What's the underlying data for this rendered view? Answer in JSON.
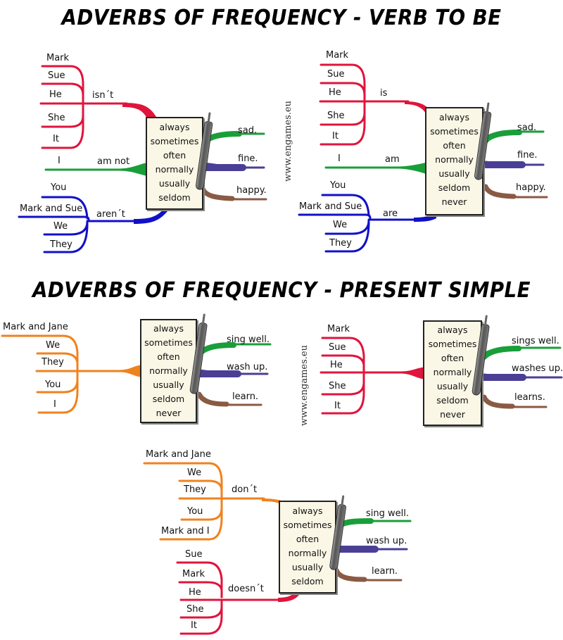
{
  "titles": {
    "verb_to_be": "ADVERBS OF FREQUENCY -  VERB TO BE",
    "present_simple": "ADVERBS OF FREQUENCY -  PRESENT SIMPLE"
  },
  "watermark": "www.engames.eu",
  "colors": {
    "red": "#e0143c",
    "green": "#1a9e3a",
    "blue": "#1010c8",
    "purple": "#4a3f95",
    "brown": "#8a5a44",
    "orange": "#f0821e"
  },
  "diagrams": {
    "be_negative": {
      "groups": [
        {
          "verb": "isn´t",
          "subjects": [
            "Mark",
            "Sue",
            "He",
            "She",
            "It"
          ],
          "color": "red"
        },
        {
          "verb": "am not",
          "subjects": [
            "I"
          ],
          "color": "green"
        },
        {
          "verb": "aren´t",
          "subjects": [
            "You",
            "Mark and Sue",
            "We",
            "They"
          ],
          "color": "blue"
        }
      ],
      "adverbs": [
        "always",
        "sometimes",
        "often",
        "normally",
        "usually",
        "seldom"
      ],
      "complements": [
        "sad.",
        "fine.",
        "happy."
      ]
    },
    "be_positive": {
      "groups": [
        {
          "verb": "is",
          "subjects": [
            "Mark",
            "Sue",
            "He",
            "She",
            "It"
          ],
          "color": "red"
        },
        {
          "verb": "am",
          "subjects": [
            "I"
          ],
          "color": "green"
        },
        {
          "verb": "are",
          "subjects": [
            "You",
            "Mark and Sue",
            "We",
            "They"
          ],
          "color": "blue"
        }
      ],
      "adverbs": [
        "always",
        "sometimes",
        "often",
        "normally",
        "usually",
        "seldom",
        "never"
      ],
      "complements": [
        "sad.",
        "fine.",
        "happy."
      ]
    },
    "simple_plural": {
      "groups": [
        {
          "verb": "",
          "subjects": [
            "Mark and Jane",
            "We",
            "They",
            "You",
            "I"
          ],
          "color": "orange"
        }
      ],
      "adverbs": [
        "always",
        "sometimes",
        "often",
        "normally",
        "usually",
        "seldom",
        "never"
      ],
      "complements": [
        "sing well.",
        "wash up.",
        "learn."
      ]
    },
    "simple_singular": {
      "groups": [
        {
          "verb": "",
          "subjects": [
            "Mark",
            "Sue",
            "He",
            "She",
            "It"
          ],
          "color": "red"
        }
      ],
      "adverbs": [
        "always",
        "sometimes",
        "often",
        "normally",
        "usually",
        "seldom",
        "never"
      ],
      "complements": [
        "sings well.",
        "washes up.",
        "learns."
      ]
    },
    "simple_negative": {
      "groups": [
        {
          "verb": "don´t",
          "subjects": [
            "Mark and Jane",
            "We",
            "They",
            "You",
            "Mark and I"
          ],
          "color": "orange"
        },
        {
          "verb": "doesn´t",
          "subjects": [
            "Sue",
            "Mark",
            "He",
            "She",
            "It"
          ],
          "color": "red"
        }
      ],
      "adverbs": [
        "always",
        "sometimes",
        "often",
        "normally",
        "usually",
        "seldom"
      ],
      "complements": [
        "sing well.",
        "wash up.",
        "learn."
      ]
    }
  }
}
